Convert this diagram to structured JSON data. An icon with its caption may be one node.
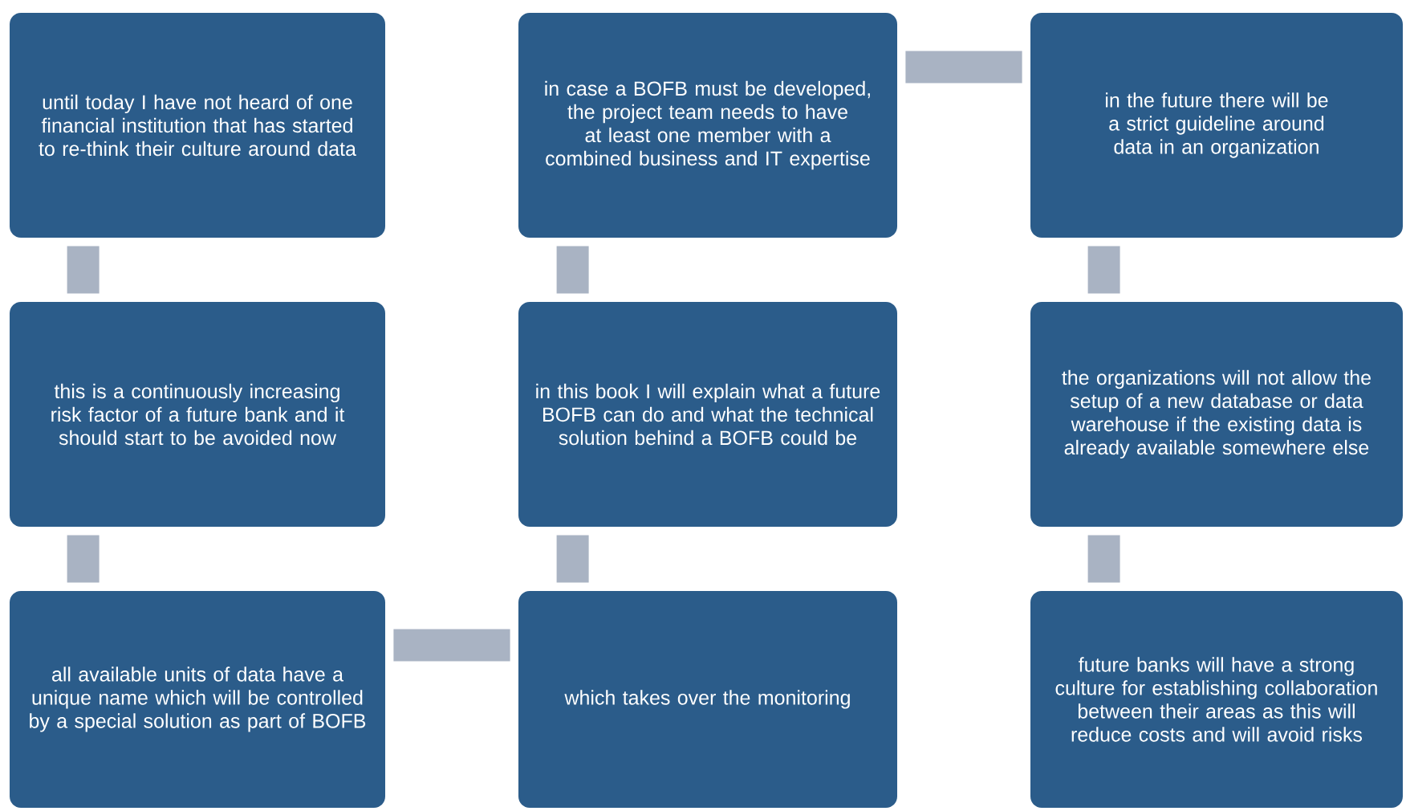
{
  "diagram": {
    "nodes": [
      {
        "text": [
          "until today I have not heard of one financial institution that has started to re-think their culture around data"
        ]
      },
      {
        "text": [
          "this is a continuously increasing risk factor of a future bank and it should start to be avoided now"
        ]
      },
      {
        "text": [
          "all available units of data have a unique name which will be controlled by a special solution as part of BOFB"
        ]
      },
      {
        "text": [
          "which takes over the monitoring"
        ]
      },
      {
        "text": [
          "in this book I will explain what a future BOFB can do and what the technical solution behind a BOFB could be"
        ]
      },
      {
        "text": [
          "in case a BOFB must be developed, the project team needs to have at least one member with a combined business and IT expertise"
        ]
      },
      {
        "text": [
          "in the future there will be a strict guideline around data in an organization"
        ]
      },
      {
        "text": [
          "the organizations will not allow the setup of a new database or data warehouse if the existing data is already available somewhere else"
        ]
      },
      {
        "text": [
          "future banks will have a strong culture for establishing collaboration between their areas as this will reduce costs and will avoid risks"
        ]
      }
    ],
    "edges": [
      {
        "from": 0,
        "to": 1,
        "arrow": "none"
      },
      {
        "from": 1,
        "to": 2,
        "arrow": "none"
      },
      {
        "from": 2,
        "to": 3,
        "arrow": "none"
      },
      {
        "from": 3,
        "to": 4,
        "arrow": "none"
      },
      {
        "from": 4,
        "to": 5,
        "arrow": "none"
      },
      {
        "from": 5,
        "to": 6,
        "arrow": "none"
      },
      {
        "from": 6,
        "to": 7,
        "arrow": "none"
      },
      {
        "from": 7,
        "to": 8,
        "arrow": "none"
      }
    ]
  }
}
